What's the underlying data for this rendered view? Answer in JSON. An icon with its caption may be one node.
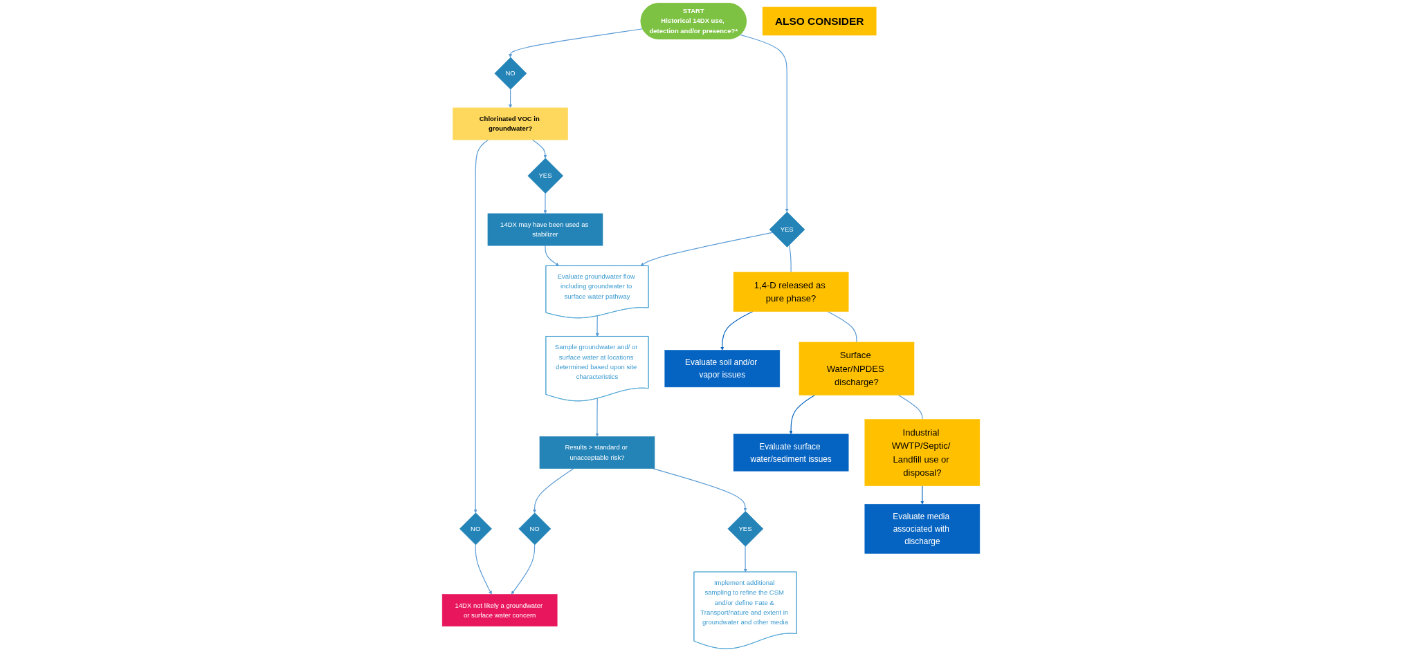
{
  "diagram": {
    "nodes": [
      {
        "text": [
          "START",
          "Historical 14DX use, detection and/or presence?*"
        ]
      },
      {
        "text": [
          "NO"
        ]
      },
      {
        "text": [
          "YES"
        ]
      },
      {
        "text": [
          "Chlorinated VOC in groundwater?"
        ]
      },
      {
        "text": [
          "NO"
        ]
      },
      {
        "text": [
          "YES"
        ]
      },
      {
        "text": [
          "14DX not likely a groundwater or surface water concern"
        ]
      },
      {
        "text": [
          "14DX may have been used as stabilizer"
        ]
      },
      {
        "text": [
          "Evaluate groundwater flow including groundwater to surface water pathway"
        ]
      },
      {
        "text": [
          "Sample groundwater and/ or surface water at locations determined based upon site characteristics"
        ]
      },
      {
        "text": [
          "Results > standard or unacceptable risk?"
        ]
      },
      {
        "text": [
          "NO"
        ]
      },
      {
        "text": [
          "YES"
        ]
      },
      {
        "text": [
          "Implement additional sampling to refine the CSM and/or define Fate & Transport/nature and extent in groundwater and other media"
        ]
      },
      {
        "text": [
          "ALSO CONSIDER"
        ]
      },
      {
        "text": [
          "1,4-D released as pure phase?"
        ]
      },
      {
        "text": [
          "Surface Water/NPDES discharge?"
        ]
      },
      {
        "text": [
          "Industrial WWTP/Septic/ Landfill use or disposal?"
        ]
      },
      {
        "text": [
          "Evaluate soil and/or vapor issues"
        ]
      },
      {
        "text": [
          "Evaluate surface water/sediment issues"
        ]
      },
      {
        "text": [
          "Evaluate media associated with discharge"
        ]
      }
    ],
    "edges": [
      {
        "from": 0,
        "to": 1,
        "arrow": "to"
      },
      {
        "from": 0,
        "to": 2,
        "arrow": "to"
      },
      {
        "from": 1,
        "to": 3,
        "arrow": "to"
      },
      {
        "from": 3,
        "to": 4,
        "arrow": "to"
      },
      {
        "from": 3,
        "to": 5,
        "arrow": "to"
      },
      {
        "from": 4,
        "to": 6,
        "arrow": "to"
      },
      {
        "from": 5,
        "to": 7,
        "arrow": "to"
      },
      {
        "from": 7,
        "to": 8,
        "arrow": "to"
      },
      {
        "from": 2,
        "to": 8,
        "arrow": "to"
      },
      {
        "from": 8,
        "to": 9,
        "arrow": "to"
      },
      {
        "from": 9,
        "to": 10,
        "arrow": "to"
      },
      {
        "from": 10,
        "to": 11,
        "arrow": "to"
      },
      {
        "from": 10,
        "to": 12,
        "arrow": "to"
      },
      {
        "from": 11,
        "to": 6,
        "arrow": "to"
      },
      {
        "from": 12,
        "to": 13,
        "arrow": "to"
      },
      {
        "from": 2,
        "to": 15,
        "arrow": "none"
      },
      {
        "from": 15,
        "to": 16,
        "arrow": "none"
      },
      {
        "from": 16,
        "to": 17,
        "arrow": "none"
      },
      {
        "from": 15,
        "to": 18,
        "arrow": "to",
        "color": "#0563c1"
      },
      {
        "from": 16,
        "to": 19,
        "arrow": "to",
        "color": "#0563c1"
      },
      {
        "from": 17,
        "to": 20,
        "arrow": "to",
        "color": "#0563c1"
      }
    ]
  }
}
